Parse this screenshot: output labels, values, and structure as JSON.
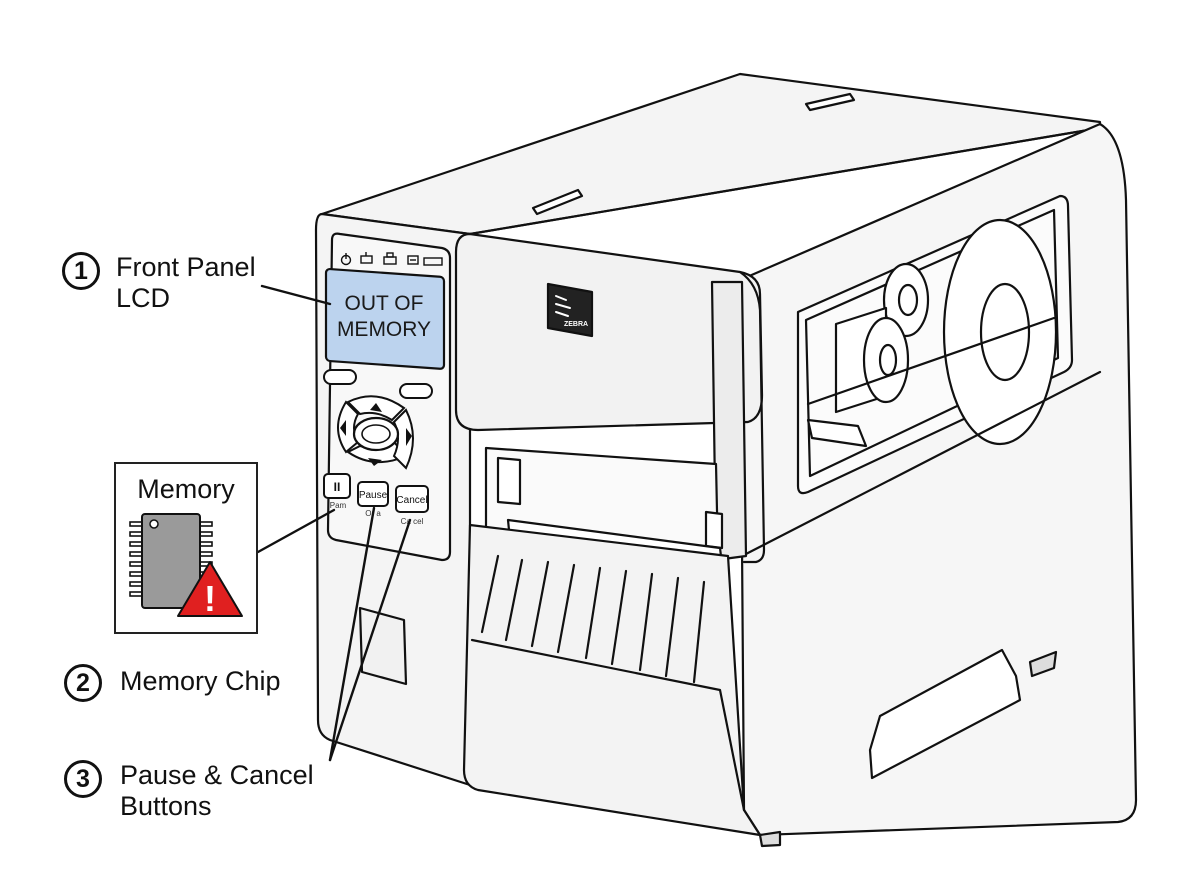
{
  "callouts": [
    {
      "number": "1",
      "line1": "Front Panel",
      "line2": "LCD"
    },
    {
      "number": "2",
      "line1": "Memory Chip"
    },
    {
      "number": "3",
      "line1": "Pause & Cancel",
      "line2": "Buttons"
    }
  ],
  "memory_inset": {
    "title": "Memory",
    "warning_symbol": "!"
  },
  "lcd": {
    "line1": "OUT OF",
    "line2": "MEMORY"
  },
  "buttons": {
    "pause_icon": "II",
    "pause": "Pause",
    "cancel": "Cancel",
    "label_under_icon": "Pam",
    "label_under_pause": "Or a",
    "label_under_cancel": "Ca cel"
  },
  "logo_text": "ZEBRA",
  "colors": {
    "lcd": "#bcd3ee",
    "warning": "#e02020",
    "chip": "#9a9a9a",
    "line": "#111111"
  }
}
